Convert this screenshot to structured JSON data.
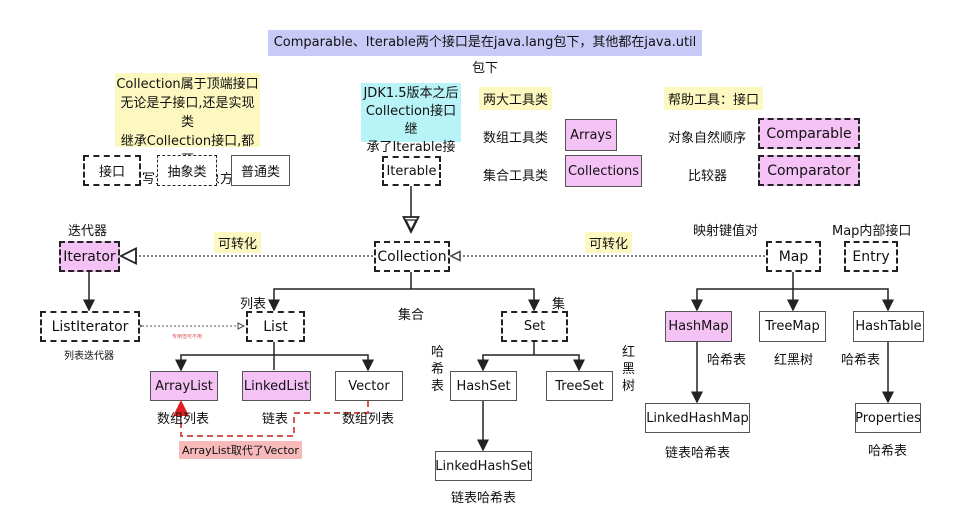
{
  "banner": "Comparable、Iterable两个接口是在java.lang包下，其他都在java.util包下",
  "notes": {
    "collection_top": [
      "Collection属于顶端接口",
      "无论是子接口,还是实现类",
      "继承Collection接口,都要",
      "重写全部的抽象方法"
    ],
    "jdk15": [
      "JDK1.5版本之后",
      "Collection接口继",
      "承了Iterable接口"
    ],
    "two_tools": "两大工具类",
    "helper_tools": "帮助工具：接口"
  },
  "legend": {
    "interface": "接口",
    "abstract": "抽象类",
    "normal": "普通类"
  },
  "tools": {
    "array_tool_label": "数组工具类",
    "arrays": "Arrays",
    "collection_tool_label": "集合工具类",
    "collections": "Collections",
    "natural_order_label": "对象自然顺序",
    "comparable": "Comparable",
    "comparator_label": "比较器",
    "comparator": "Comparator"
  },
  "nodes": {
    "iterable": "Iterable",
    "collection": "Collection",
    "iterator": "Iterator",
    "list_iterator": "ListIterator",
    "list": "List",
    "set": "Set",
    "map": "Map",
    "entry": "Entry",
    "array_list": "ArrayList",
    "linked_list": "LinkedList",
    "vector": "Vector",
    "hash_set": "HashSet",
    "tree_set": "TreeSet",
    "linked_hash_set": "LinkedHashSet",
    "hash_map": "HashMap",
    "tree_map": "TreeMap",
    "hash_table": "HashTable",
    "linked_hash_map": "LinkedHashMap",
    "properties": "Properties"
  },
  "captions": {
    "iterator": "迭代器",
    "convertible_left": "可转化",
    "convertible_right": "可转化",
    "map": "映射键值对",
    "entry": "Map内部接口",
    "list": "列表",
    "collection": "集合",
    "set": "集",
    "list_iterator": "列表迭代器",
    "list_iterator_link": "专用但可不用",
    "array_list": "数组列表",
    "linked_list": "链表",
    "vector": "数组列表",
    "replace_note": "ArrayList取代了Vector",
    "hash_set_vertical": "哈希表",
    "tree_set_vertical": "红黑树",
    "linked_hash_set": "链表哈希表",
    "hash_map": "哈希表",
    "tree_map": "红黑树",
    "hash_table": "哈希表",
    "linked_hash_map": "链表哈希表",
    "properties": "哈希表"
  },
  "colors": {
    "interface_fill": "#ffffff",
    "highlight_fill": "#f5c2f5",
    "banner_fill": "#c9c9f7",
    "note_yellow": "#fdf8c0",
    "note_cyan": "#b8f3f8",
    "replace_red": "#d9534f"
  }
}
